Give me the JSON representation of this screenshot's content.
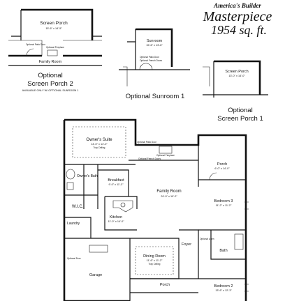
{
  "brand": {
    "tagline": "America's Builder",
    "plan_name": "Masterpiece",
    "area": "1954 sq. ft."
  },
  "options": {
    "porch2": {
      "heading_line1": "Optional",
      "heading_line2": "Screen Porch 2",
      "note": "AVAILABLE ONLY W/ OPTIONAL SUNROOM 1",
      "room": "Screen Porch",
      "room_dim": "15'-6\" x 14'-5\"",
      "tag_door": "Optional Patio Door",
      "tag_fireplace": "Optional Fireplace",
      "family_room": "Family Room"
    },
    "sunroom1": {
      "heading": "Optional Sunroom 1",
      "room": "Sunroom",
      "room_dim": "15'-6\" x 13'-6\"",
      "tag_door": "Optional Patio Door",
      "tag_door2": "Optional French Doors"
    },
    "porch1": {
      "heading_line1": "Optional",
      "heading_line2": "Screen Porch 1",
      "room": "Screen Porch",
      "room_dim": "13'-0\" x 14'-0\""
    }
  },
  "rooms": {
    "owners_suite": "Owner's Suite",
    "owners_suite_dim": "14'-0\" x 14'-0\"",
    "owners_suite_note": "Tray Ceiling",
    "owners_bath": "Owner's Bath",
    "wic": "W.I.C.",
    "breakfast": "Breakfast",
    "breakfast_dim": "9'-0\" x 11'-3\"",
    "family_room": "Family Room",
    "family_room_dim": "24'-0\" x 19'-2\"",
    "porch": "Porch",
    "porch_dim": "6'-0\" x 14'-0\"",
    "bedroom3": "Bedroom 3",
    "bedroom3_dim": "11'-2\" x 11'-2\"",
    "kitchen": "Kitchen",
    "kitchen_dim": "11'-0\" x 14'-0\"",
    "laundry": "Laundry",
    "foyer": "Foyer",
    "dining_room": "Dining Room",
    "dining_room_dim": "11'-6\" x 11'-2\"",
    "dining_note": "Tray Ceiling",
    "bath": "Bath",
    "garage": "Garage",
    "front_porch": "Porch",
    "bedroom2": "Bedroom 2",
    "bedroom2_dim": "13'-6\" x 12'-3\""
  },
  "tags": {
    "patio_door": "Optional Patio Door",
    "fireplace": "Optional Fireplace",
    "french_doors": "Optional French Doors",
    "garage_door": "Optional Door",
    "hall_bath": "Optional Linen"
  }
}
